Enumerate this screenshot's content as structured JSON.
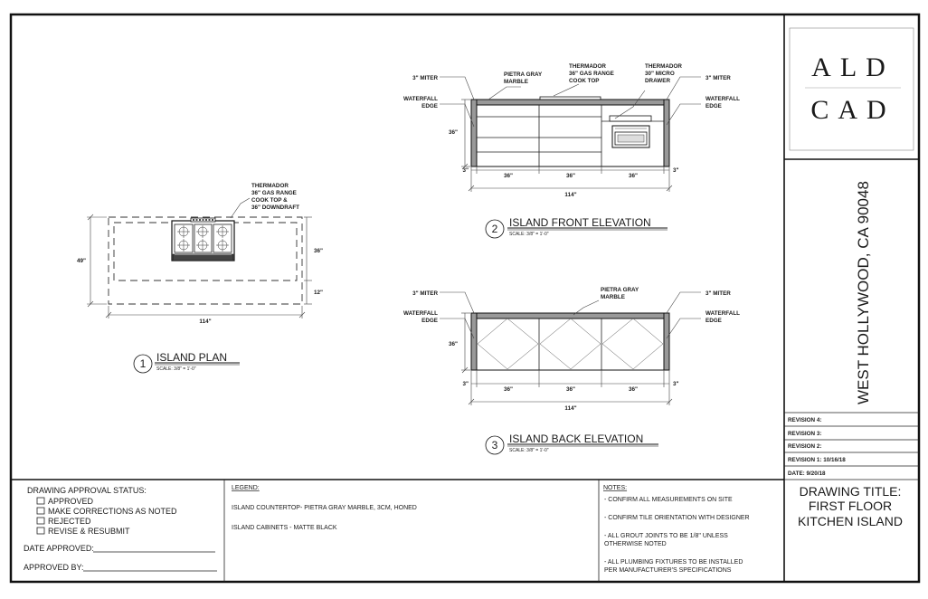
{
  "title_block": {
    "logo_line1": "ALD",
    "logo_line2": "CAD",
    "address": "WEST HOLLYWOOD, CA 90048",
    "revisions": [
      "REVISION 4:",
      "REVISION 3:",
      "REVISION 2:",
      "REVISION 1: 10/16/18",
      "DATE: 9/20/18"
    ],
    "drawing_title": [
      "DRAWING TITLE:",
      "FIRST FLOOR",
      "KITCHEN ISLAND"
    ]
  },
  "approval": {
    "heading": "DRAWING APPROVAL STATUS:",
    "options": [
      "APPROVED",
      "MAKE CORRECTIONS AS NOTED",
      "REJECTED",
      "REVISE & RESUBMIT"
    ],
    "date_label": "DATE APPROVED:",
    "by_label": "APPROVED BY:"
  },
  "legend": {
    "heading": "LEGEND:",
    "items": [
      "ISLAND COUNTERTOP- PIETRA GRAY MARBLE, 3CM, HONED",
      "ISLAND CABINETS - MATTE BLACK"
    ]
  },
  "notes": {
    "heading": "NOTES:",
    "items": [
      [
        "- CONFIRM ALL MEASUREMENTS ON SITE"
      ],
      [
        "- CONFIRM TILE ORIENTATION WITH DESIGNER"
      ],
      [
        "- ALL GROUT JOINTS TO BE 1/8\" UNLESS",
        "  OTHERWISE NOTED"
      ],
      [
        "- ALL PLUMBING FIXTURES TO BE INSTALLED",
        "  PER MANUFACTURER'S SPECIFICATIONS"
      ]
    ]
  },
  "plan": {
    "number": "1",
    "title": "ISLAND PLAN",
    "scale": "SCALE: 3/8\" = 1'-0\"",
    "callout": [
      "THERMADOR",
      "36\" GAS RANGE",
      "COOK TOP &",
      "36\" DOWNDRAFT"
    ],
    "dim_width": "114\"",
    "dim_depth": "49\"",
    "dim_seat": "36\"",
    "dim_overhang": "12\""
  },
  "front": {
    "number": "2",
    "title": "ISLAND FRONT ELEVATION",
    "scale": "SCALE: 3/8\" = 1'-0\"",
    "miter_label": "3\" MITER",
    "waterfall_label": [
      "WATERFALL",
      "EDGE"
    ],
    "marble_label": [
      "PIETRA GRAY",
      "MARBLE"
    ],
    "range_label": [
      "THERMADOR",
      "36\" GAS RANGE",
      "COOK TOP"
    ],
    "micro_label": [
      "THERMADOR",
      "30\" MICRO",
      "DRAWER"
    ],
    "dim_height": "36\"",
    "dim_end": "3\"",
    "dim_sections": [
      "36\"",
      "36\"",
      "36\""
    ],
    "dim_total": "114\""
  },
  "back": {
    "number": "3",
    "title": "ISLAND BACK ELEVATION",
    "scale": "SCALE: 3/8\" = 1'-0\"",
    "miter_label": "3\" MITER",
    "waterfall_label": [
      "WATERFALL",
      "EDGE"
    ],
    "marble_label": [
      "PIETRA GRAY",
      "MARBLE"
    ],
    "dim_height": "36\"",
    "dim_end": "3\"",
    "dim_sections": [
      "36\"",
      "36\"",
      "36\""
    ],
    "dim_total": "114\""
  }
}
